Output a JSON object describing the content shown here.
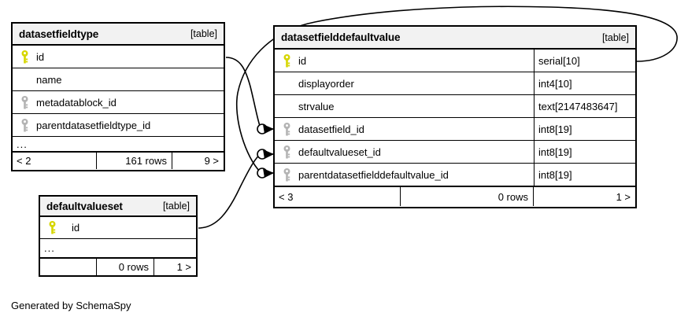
{
  "diagram": {
    "kind": "database-schema-erd",
    "footer_note": "Generated by SchemaSpy",
    "colors": {
      "pk_key": "#d6d600",
      "fk_key": "#b3b3b3",
      "header_bg": "#f2f2f2",
      "border": "#000000",
      "body_bg": "#ffffff",
      "edge": "#000000"
    }
  },
  "tables": [
    {
      "id": "datasetfieldtype",
      "name": "datasetfieldtype",
      "tag": "[table]",
      "columns": [
        {
          "name": "id",
          "key": "pk",
          "key_icon": "key-icon-primary",
          "type": ""
        },
        {
          "name": "name",
          "key": "none",
          "key_icon": "",
          "type": ""
        },
        {
          "name": "metadatablock_id",
          "key": "fk",
          "key_icon": "key-icon-foreign",
          "type": ""
        },
        {
          "name": "parentdatasetfieldtype_id",
          "key": "fk",
          "key_icon": "key-icon-foreign",
          "type": ""
        }
      ],
      "more_indicator": "...",
      "footer": {
        "left": "< 2",
        "middle": "161 rows",
        "right": "9 >"
      }
    },
    {
      "id": "datasetfielddefaultvalue",
      "name": "datasetfielddefaultvalue",
      "tag": "[table]",
      "columns": [
        {
          "name": "id",
          "key": "pk",
          "key_icon": "key-icon-primary",
          "type": "serial[10]"
        },
        {
          "name": "displayorder",
          "key": "none",
          "key_icon": "",
          "type": "int4[10]"
        },
        {
          "name": "strvalue",
          "key": "none",
          "key_icon": "",
          "type": "text[2147483647]"
        },
        {
          "name": "datasetfield_id",
          "key": "fk",
          "key_icon": "key-icon-foreign",
          "type": "int8[19]"
        },
        {
          "name": "defaultvalueset_id",
          "key": "fk",
          "key_icon": "key-icon-foreign",
          "type": "int8[19]"
        },
        {
          "name": "parentdatasetfielddefaultvalue_id",
          "key": "fk",
          "key_icon": "key-icon-foreign",
          "type": "int8[19]"
        }
      ],
      "more_indicator": "",
      "footer": {
        "left": "< 3",
        "middle": "0 rows",
        "right": "1 >"
      }
    },
    {
      "id": "defaultvalueset",
      "name": "defaultvalueset",
      "tag": "[table]",
      "columns": [
        {
          "name": "id",
          "key": "pk",
          "key_icon": "key-icon-primary",
          "type": ""
        }
      ],
      "more_indicator": "...",
      "footer": {
        "left": "",
        "middle": "0 rows",
        "right": "1 >"
      }
    }
  ],
  "relationships": [
    {
      "from": "datasetfieldtype.id",
      "to": "datasetfielddefaultvalue.datasetfield_id",
      "cardinality": "zero-or-more"
    },
    {
      "from": "defaultvalueset.id",
      "to": "datasetfielddefaultvalue.defaultvalueset_id",
      "cardinality": "zero-or-more"
    },
    {
      "from": "datasetfielddefaultvalue.id",
      "to": "datasetfielddefaultvalue.parentdatasetfielddefaultvalue_id",
      "cardinality": "zero-or-more"
    }
  ]
}
